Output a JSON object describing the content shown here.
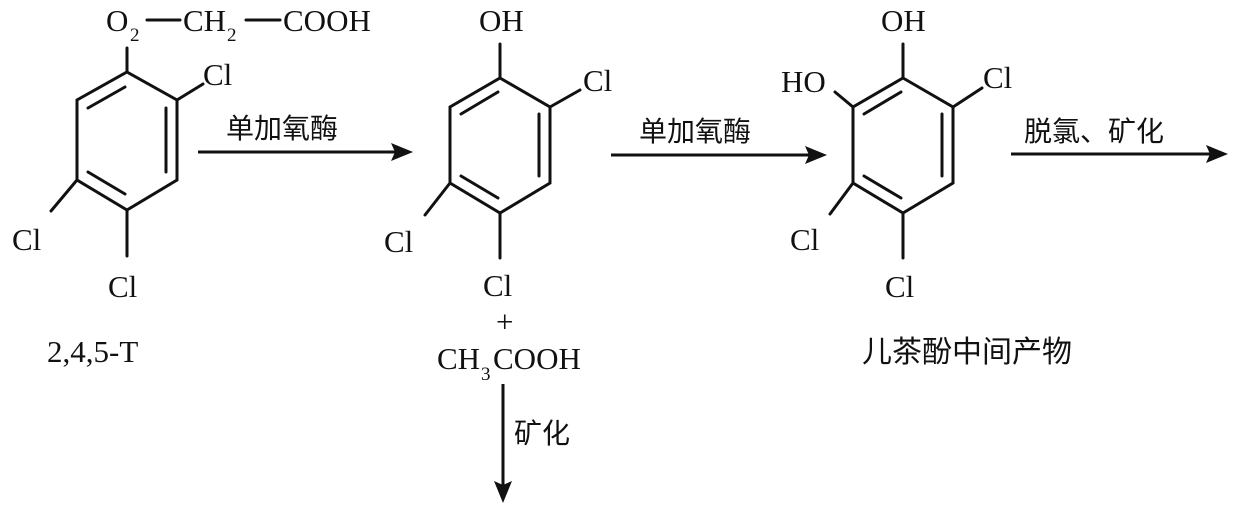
{
  "molecule1": {
    "ether_o": "O",
    "ether_o_sub": "2",
    "ch2": "CH",
    "ch2_sub": "2",
    "cooh": "COOH",
    "cl_2": "Cl",
    "cl_4": "Cl",
    "cl_5": "Cl",
    "name": "2,4,5-T"
  },
  "arrow1": {
    "enzyme": "单加氧酶"
  },
  "molecule2": {
    "oh": "OH",
    "cl_2": "Cl",
    "cl_4": "Cl",
    "cl_5": "Cl",
    "plus": "+",
    "acetic_ch3": "CH",
    "acetic_sub": "3",
    "acetic_cooh": "COOH"
  },
  "arrow_down": {
    "label": "矿化"
  },
  "arrow2": {
    "enzyme": "单加氧酶"
  },
  "molecule3": {
    "oh_top": "OH",
    "ho_left": "HO",
    "cl_right": "Cl",
    "cl_lower_left": "Cl",
    "cl_bottom": "Cl",
    "name": "儿茶酚中间产物"
  },
  "arrow3": {
    "label": "脱氯、矿化"
  }
}
